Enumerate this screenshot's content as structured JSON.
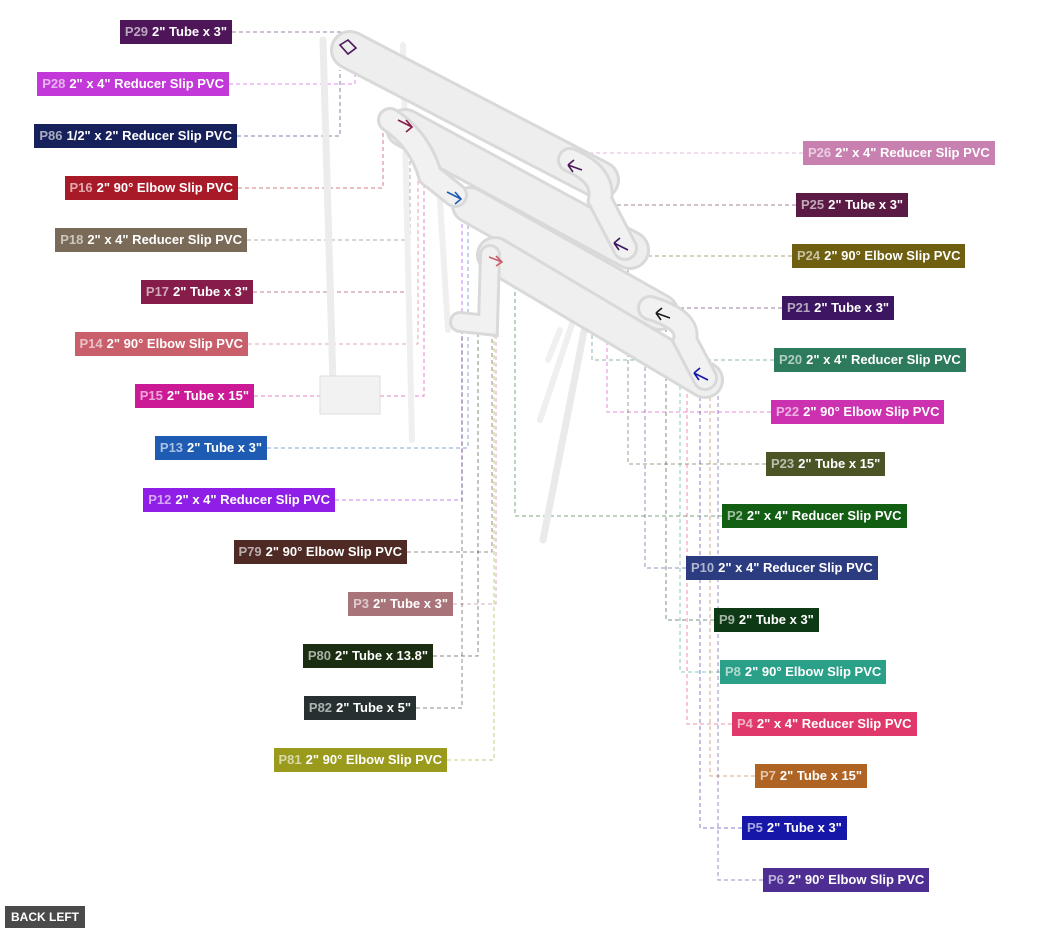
{
  "view_label": "BACK LEFT",
  "parts": [
    {
      "id": "P29",
      "desc": "2\" Tube x 3\"",
      "color": "#4e1559"
    },
    {
      "id": "P28",
      "desc": "2\" x 4\" Reducer Slip PVC",
      "color": "#c238d8"
    },
    {
      "id": "P86",
      "desc": "1/2\" x 2\" Reducer Slip PVC",
      "color": "#16205a"
    },
    {
      "id": "P16",
      "desc": "2\" 90° Elbow Slip PVC",
      "color": "#a91a28"
    },
    {
      "id": "P18",
      "desc": "2\" x 4\" Reducer Slip PVC",
      "color": "#7a6b58"
    },
    {
      "id": "P17",
      "desc": "2\" Tube x 3\"",
      "color": "#851c4a"
    },
    {
      "id": "P14",
      "desc": "2\" 90° Elbow Slip PVC",
      "color": "#c95f6a"
    },
    {
      "id": "P15",
      "desc": "2\" Tube x 15\"",
      "color": "#cc1a96"
    },
    {
      "id": "P13",
      "desc": "2\" Tube x 3\"",
      "color": "#1e5cb4"
    },
    {
      "id": "P12",
      "desc": "2\" x 4\" Reducer Slip PVC",
      "color": "#8f1ee6"
    },
    {
      "id": "P79",
      "desc": "2\" 90° Elbow Slip PVC",
      "color": "#4f2a24"
    },
    {
      "id": "P3",
      "desc": "2\" Tube x 3\"",
      "color": "#a9737a"
    },
    {
      "id": "P80",
      "desc": "2\" Tube x 13.8\"",
      "color": "#1b2e12"
    },
    {
      "id": "P82",
      "desc": "2\" Tube x 5\"",
      "color": "#263030"
    },
    {
      "id": "P81",
      "desc": "2\" 90° Elbow Slip PVC",
      "color": "#9a9a1c"
    },
    {
      "id": "P26",
      "desc": "2\" x 4\" Reducer Slip PVC",
      "color": "#c880b0"
    },
    {
      "id": "P25",
      "desc": "2\" Tube x 3\"",
      "color": "#5a1a44"
    },
    {
      "id": "P24",
      "desc": "2\" 90° Elbow Slip PVC",
      "color": "#6e6010"
    },
    {
      "id": "P21",
      "desc": "2\" Tube x 3\"",
      "color": "#3c1660"
    },
    {
      "id": "P20",
      "desc": "2\" x 4\" Reducer Slip PVC",
      "color": "#2e7a5c"
    },
    {
      "id": "P22",
      "desc": "2\" 90° Elbow Slip PVC",
      "color": "#cc32b0"
    },
    {
      "id": "P23",
      "desc": "2\" Tube x 15\"",
      "color": "#4a5424"
    },
    {
      "id": "P2",
      "desc": "2\" x 4\" Reducer Slip PVC",
      "color": "#125e12"
    },
    {
      "id": "P10",
      "desc": "2\" x 4\" Reducer Slip PVC",
      "color": "#2c3c80"
    },
    {
      "id": "P9",
      "desc": "2\" Tube x 3\"",
      "color": "#0d3a14"
    },
    {
      "id": "P8",
      "desc": "2\" 90° Elbow Slip PVC",
      "color": "#2aa088"
    },
    {
      "id": "P4",
      "desc": "2\" x 4\" Reducer Slip PVC",
      "color": "#e0386a"
    },
    {
      "id": "P7",
      "desc": "2\" Tube x 15\"",
      "color": "#b06424"
    },
    {
      "id": "P5",
      "desc": "2\" Tube x 3\"",
      "color": "#1616a8"
    },
    {
      "id": "P6",
      "desc": "2\" 90° Elbow Slip PVC",
      "color": "#4e2e92"
    }
  ]
}
